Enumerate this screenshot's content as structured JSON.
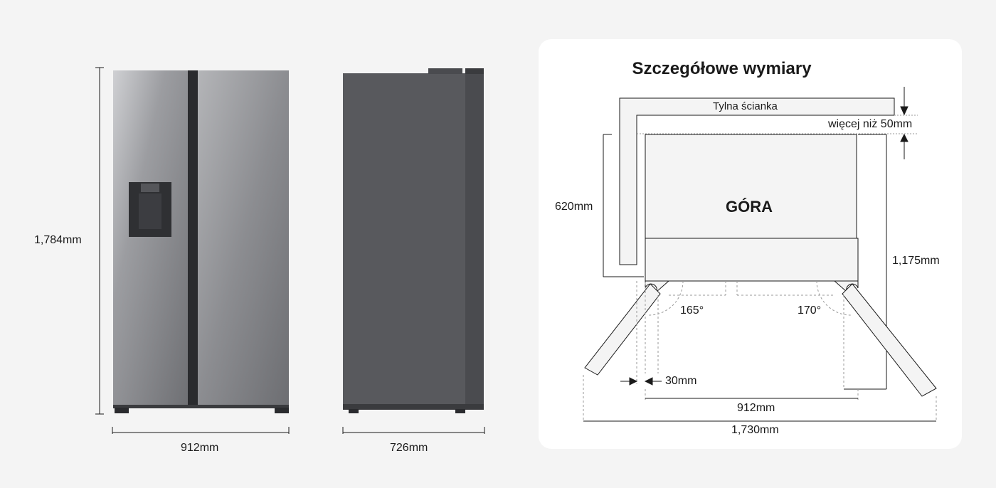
{
  "front_view": {
    "height_label": "1,784mm",
    "width_label": "912mm"
  },
  "side_view": {
    "depth_label": "726mm"
  },
  "top_view": {
    "title": "Szczegółowe wymiary",
    "back_wall_label": "Tylna ścianka",
    "clearance_label": "więcej niż 50mm",
    "depth_label": "620mm",
    "top_label": "GÓRA",
    "total_depth_label": "1,175mm",
    "left_angle_label": "165°",
    "right_angle_label": "170°",
    "gap_label": "30mm",
    "width_label": "912mm",
    "open_width_label": "1,730mm"
  },
  "colors": {
    "background": "#f4f4f4",
    "panel": "#ffffff",
    "fridge_front": "#8e8e93",
    "fridge_side": "#58595d",
    "dispenser": "#2f3033",
    "line": "#1a1a1a",
    "dashed": "#9a9a9a"
  }
}
